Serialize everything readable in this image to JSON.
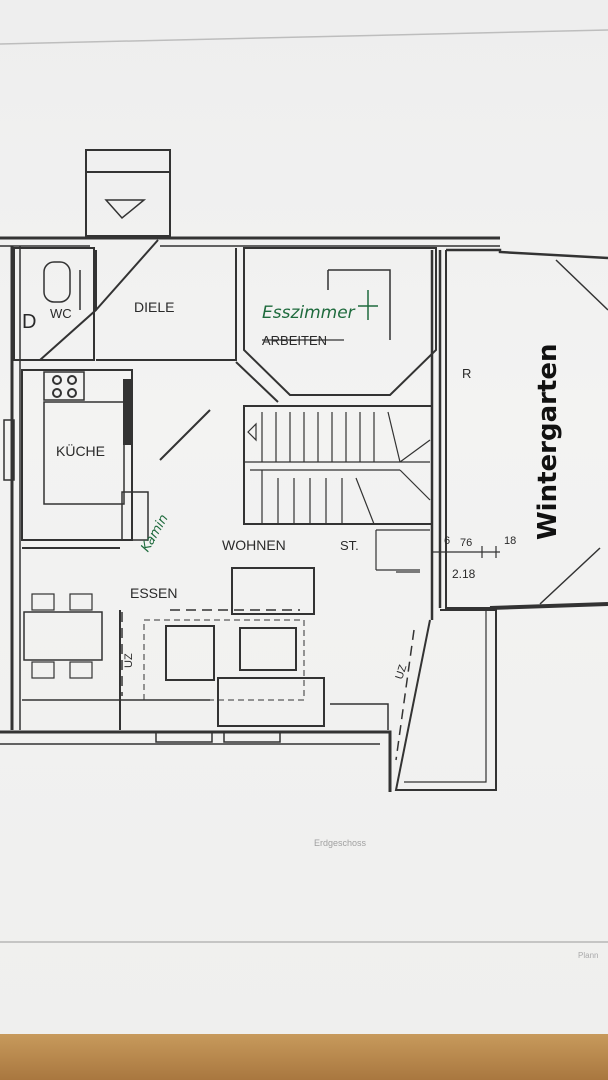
{
  "rooms": {
    "wc": "WC",
    "diele": "DIELE",
    "esszimmer_handwritten": "Esszimmer",
    "arbeiten": "ARBEITEN",
    "kueche": "KÜCHE",
    "kamin_handwritten": "Kamin",
    "wohnen": "WOHNEN",
    "st": "ST.",
    "essen": "ESSEN",
    "wintergarten_handwritten": "Wintergarten",
    "r": "R"
  },
  "markers": {
    "uz_left": "UZ",
    "uz_right": "UZ",
    "d": "D"
  },
  "dimensions": {
    "d1": "6",
    "d2": "76",
    "d3": "18",
    "d4": "2.18"
  },
  "sheet": {
    "caption": "Erdgeschoss",
    "corner_text": "Plann"
  },
  "colors": {
    "ink": "#2a2a2a",
    "green_ink": "#1f6b3d",
    "paper": "#f0f0ef",
    "table": "#b8935f"
  }
}
